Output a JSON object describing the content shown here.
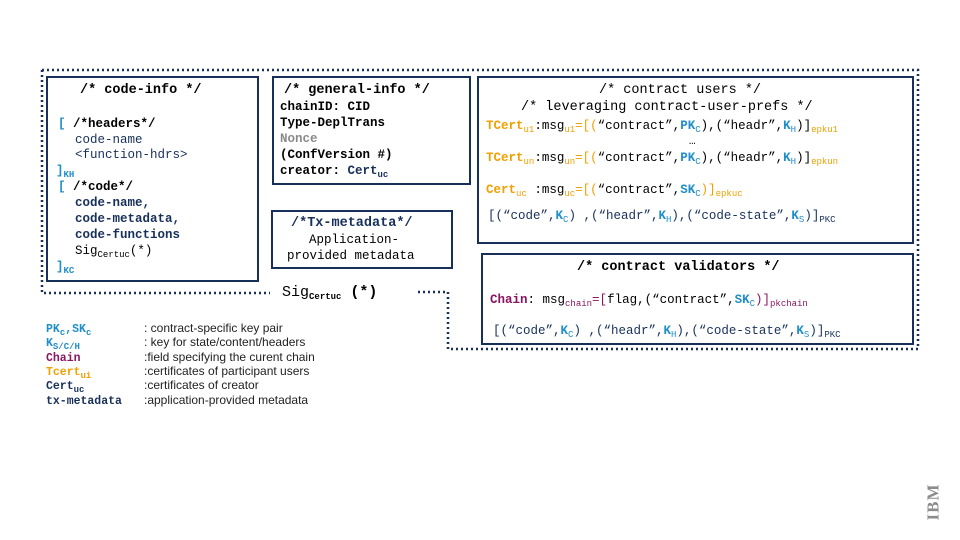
{
  "code_info": {
    "heading": "/* code-info */",
    "open_bracket": "[",
    "headers_comment": "/*headers*/",
    "code_name": "code-name",
    "function_hdrs": "<function-hdrs>",
    "close_bracket": "]",
    "key_h": "K",
    "key_h_sub": "H",
    "code_comment": "/*code*/",
    "code_name2": "code-name,",
    "code_metadata": "code-metadata,",
    "code_functions": "code-functions",
    "sig": "Sig",
    "sig_sub": "Certuc",
    "sig_suffix": "(*)",
    "key_c": "K",
    "key_c_sub": "C"
  },
  "general_info": {
    "heading": "/* general-info */",
    "chain_id": "chainID: CID",
    "type": "Type-DeplTrans",
    "nonce": "Nonce",
    "conf_version": "(ConfVersion #)",
    "creator_label": "creator: ",
    "creator_cert": "Cert",
    "creator_sub": "uc"
  },
  "tx_metadata": {
    "heading": "/*Tx-metadata*/",
    "line1": "Application-",
    "line2": "provided metadata"
  },
  "signature": {
    "text": "Sig",
    "sub": "Certuc",
    "suffix": " (*)"
  },
  "contract_users": {
    "heading1": "/* contract users */",
    "heading2": "/* leveraging contract-user-prefs */",
    "tcert_u1": "TCert",
    "tcert_u1_sub": "u1",
    "msg_u1": ":msg",
    "msg_u1_sub": "u1",
    "eq_open": "=[(",
    "contract": "“contract”,",
    "pk": "PK",
    "pk_sub": "C",
    "mid": "),(",
    "headr": "“headr”,",
    "kh": "K",
    "kh_sub": "H",
    "close": ")]",
    "epk_u1": "epku1",
    "ellipsis": "…",
    "tcert_un": "TCert",
    "tcert_un_sub": "un",
    "msg_un": ":msg",
    "msg_un_sub": "un",
    "epk_un": "epkun",
    "cert_uc": "Cert",
    "cert_uc_sub": "uc",
    "msg_uc": " :msg",
    "msg_uc_sub": "uc",
    "sk": "SK",
    "sk_sub": "C",
    "epk_uc": "epkuc",
    "code_line": "[(“code”,",
    "kc": "K",
    "kc_sub": "C",
    "code_mid": ") ,(“headr”,",
    "code_mid2": "),(“code-state”,",
    "ks": "K",
    "ks_sub": "S",
    "code_end": ")]",
    "pkc": "PKC"
  },
  "contract_validators": {
    "heading": "/* contract validators */",
    "chain": "Chain",
    "msg": ": msg",
    "msg_sub": "chain",
    "eq": "=[",
    "flag": "flag,(“contract”,",
    "sk": "SK",
    "sk_sub": "C",
    "close": ")]",
    "pk_chain": "pkchain",
    "code_line": "[(“code”,",
    "kc": "K",
    "kc_sub": "C",
    "code_mid": ") ,(“headr”,",
    "kh": "K",
    "kh_sub": "H",
    "code_mid2": "),(“code-state”,",
    "ks": "K",
    "ks_sub": "S",
    "code_end": ")]",
    "pkc": "PKC"
  },
  "legend": [
    {
      "term": "PKc,SKc",
      "desc": ": contract-specific key pair",
      "color": "#1f8ec9"
    },
    {
      "term": "KS/C/H",
      "desc": ": key for state/content/headers",
      "color": "#1f8ec9"
    },
    {
      "term": "Chain",
      "desc": ":field specifying the curent chain",
      "color": "#8a1560"
    },
    {
      "term": "Tcertui",
      "desc": ":certificates of participant users",
      "color": "#f0a000"
    },
    {
      "term": "Certuc",
      "desc": ":certificates of creator",
      "color": "#17305a"
    },
    {
      "term": "tx-metadata",
      "desc": ":application-provided metadata",
      "color": "#17305a"
    }
  ],
  "logo": {
    "text": "IBM"
  },
  "colors": {
    "navy": "#17305a",
    "blue": "#1f8ec9",
    "orange": "#f0a000",
    "purple": "#8a1560"
  }
}
